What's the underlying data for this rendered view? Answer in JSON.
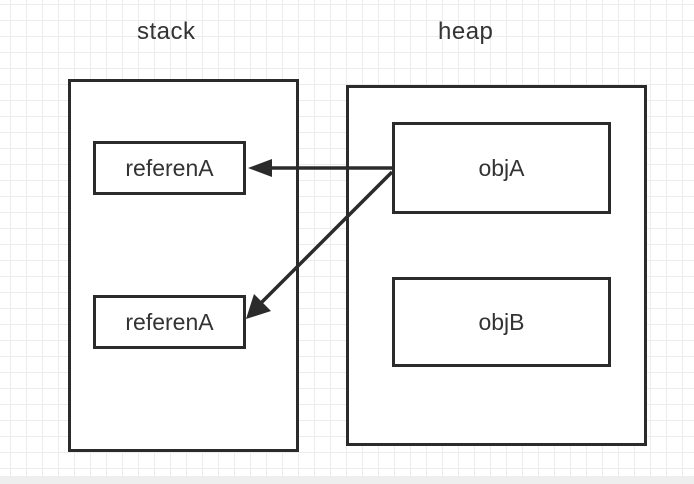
{
  "stack": {
    "title": "stack",
    "items": [
      {
        "label": "referenA"
      },
      {
        "label": "referenA"
      }
    ]
  },
  "heap": {
    "title": "heap",
    "items": [
      {
        "label": "objA"
      },
      {
        "label": "objB"
      }
    ]
  },
  "colors": {
    "stroke": "#2b2b2b",
    "text": "#333333",
    "grid": "#ececec"
  }
}
